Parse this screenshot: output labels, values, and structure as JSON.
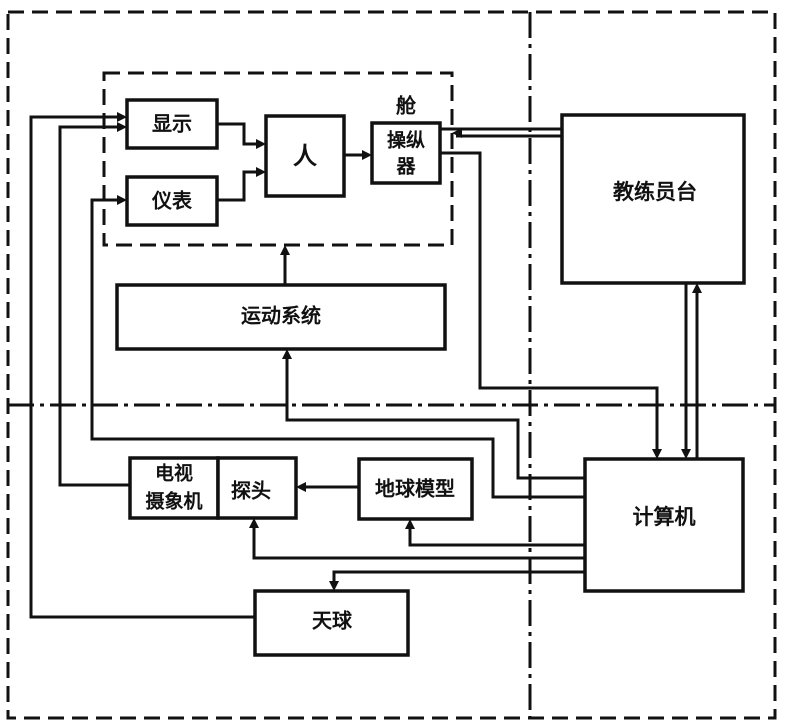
{
  "diagram": {
    "type": "block-diagram",
    "title": "",
    "colors": {
      "ink": "#111111",
      "background": "#ffffff"
    },
    "blocks": {
      "display": "显示",
      "instrument": "仪表",
      "human": "人",
      "cockpit": "舱",
      "controller_line1": "操纵",
      "controller_line2": "器",
      "instructor_station": "教练员台",
      "motion_system": "运动系统",
      "tv_camera_line1": "电视",
      "tv_camera_line2": "摄象机",
      "probe": "探头",
      "earth_model": "地球模型",
      "computer": "计算机",
      "celestial_sphere": "天球"
    },
    "connections": [
      {
        "from": "显示",
        "to": "人"
      },
      {
        "from": "仪表",
        "to": "人"
      },
      {
        "from": "人",
        "to": "操纵器"
      },
      {
        "from": "操纵器",
        "to": "教练员台"
      },
      {
        "from": "教练员台",
        "to": "操纵器"
      },
      {
        "from": "操纵器",
        "to": "计算机"
      },
      {
        "from": "教练员台",
        "to": "计算机"
      },
      {
        "from": "计算机",
        "to": "教练员台"
      },
      {
        "from": "运动系统",
        "to": "舱"
      },
      {
        "from": "计算机",
        "to": "运动系统"
      },
      {
        "from": "计算机",
        "to": "仪表"
      },
      {
        "from": "计算机",
        "to": "探头"
      },
      {
        "from": "计算机",
        "to": "地球模型"
      },
      {
        "from": "计算机",
        "to": "天球"
      },
      {
        "from": "地球模型",
        "to": "探头"
      },
      {
        "from": "电视摄象机",
        "to": "显示"
      },
      {
        "from": "天球",
        "to": "显示"
      }
    ]
  }
}
